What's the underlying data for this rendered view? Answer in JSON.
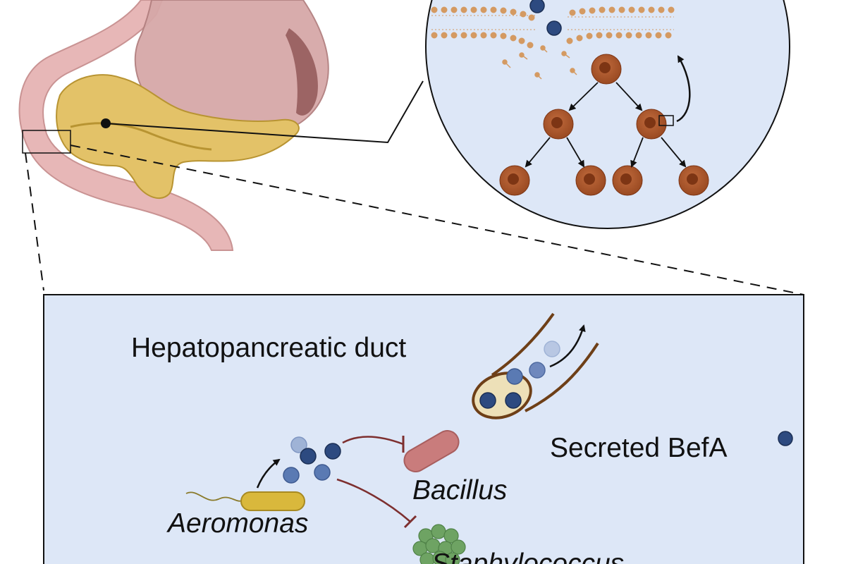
{
  "labels": {
    "duct": "Hepatopancreatic duct",
    "secreted": "Secreted BefA",
    "bacillus": "Bacillus",
    "aeromonas": "Aeromonas",
    "staphylococcus": "Staphylococcus"
  },
  "colors": {
    "panel_fill": "#dde7f7",
    "befa_dark": "#2d4a80",
    "befa_mid": "#5a7ab3",
    "befa_light": "#9fb3d6",
    "beta_cell": "#a6532a",
    "beta_cell_core": "#7d3514",
    "pancreas": "#e3c268",
    "pancreas_edge": "#b89432",
    "gut": "#e7b7b7",
    "stomach": "#d6a8a8",
    "membrane": "#d49a62",
    "duct_outline": "#6e3f17",
    "duct_fill": "#ede0b8",
    "aeromonas_body": "#d9b83c",
    "bacillus_body": "#c97c7c",
    "staph_cluster": "#6ea363",
    "inhibit_line": "#7d2f2f"
  },
  "icons": {
    "organ": "digestive-organs-icon",
    "zoom": "zoom-inset-icon",
    "befa": "befa-protein-dot-icon",
    "aeromonas": "aeromonas-bacterium-icon",
    "bacillus": "bacillus-bacterium-icon",
    "staphylococcus": "staphylococcus-cluster-icon",
    "duct": "hepatopancreatic-duct-icon"
  }
}
